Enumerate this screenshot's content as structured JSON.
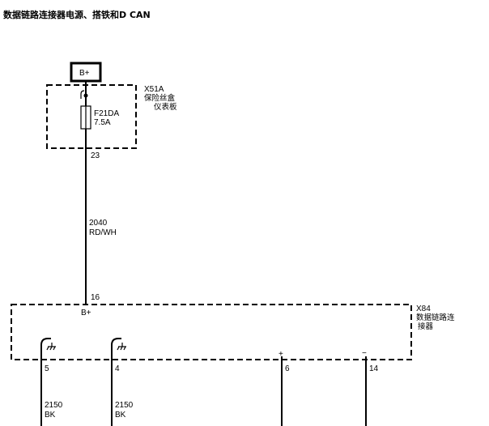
{
  "title": "数据链路连接器电源、搭铁和D CAN",
  "power_source": {
    "label": "B+"
  },
  "fuse_block": {
    "connector": "X51A",
    "name_line1": "保险丝盒",
    "name_line2": "仪表板",
    "fuse_id": "F21DA",
    "fuse_rating": "7.5A",
    "output_pin": "23"
  },
  "supply_wire": {
    "circuit": "2040",
    "color": "RD/WH"
  },
  "dlc": {
    "connector": "X84",
    "name_line1": "数据链路连",
    "name_line2": "接器",
    "input_pin": "16",
    "input_label": "B+",
    "pins": [
      {
        "pin": "5",
        "symbol": "ground"
      },
      {
        "pin": "4",
        "symbol": "ground"
      },
      {
        "pin": "6",
        "symbol": "+"
      },
      {
        "pin": "14",
        "symbol": "−"
      }
    ]
  },
  "ground_wires": [
    {
      "circuit": "2150",
      "color": "BK"
    },
    {
      "circuit": "2150",
      "color": "BK"
    }
  ]
}
